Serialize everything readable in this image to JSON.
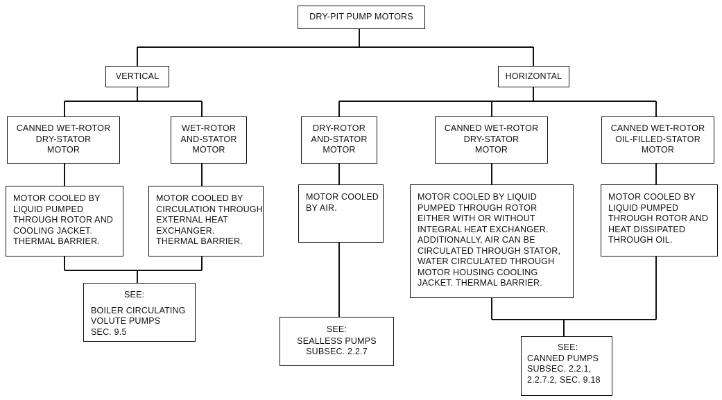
{
  "diagram": {
    "root": [
      "DRY-PIT PUMP MOTORS"
    ],
    "vertical": [
      "VERTICAL"
    ],
    "horizontal": [
      "HORIZONTAL"
    ],
    "v_canned_wet_rotor": [
      "CANNED WET-ROTOR",
      "DRY-STATOR",
      "MOTOR"
    ],
    "v_wet_rotor_stator": [
      "WET-ROTOR",
      "AND-STATOR",
      "MOTOR"
    ],
    "h_dry_rotor_stator": [
      "DRY-ROTOR",
      "AND-STATOR",
      "MOTOR"
    ],
    "h_canned_wet_rotor_dry_stator": [
      "CANNED WET-ROTOR",
      "DRY-STATOR",
      "MOTOR"
    ],
    "h_canned_wet_rotor_oil_stator": [
      "CANNED WET-ROTOR",
      "OIL-FILLED-STATOR",
      "MOTOR"
    ],
    "desc_v1": [
      "MOTOR COOLED BY",
      "LIQUID PUMPED",
      "THROUGH ROTOR AND",
      "COOLING JACKET.",
      "THERMAL BARRIER."
    ],
    "desc_v2": [
      "MOTOR COOLED BY",
      "CIRCULATION THROUGH",
      "EXTERNAL HEAT",
      "EXCHANGER.",
      "THERMAL BARRIER."
    ],
    "desc_h1": [
      "MOTOR COOLED",
      "BY AIR."
    ],
    "desc_h2": [
      "MOTOR COOLED BY LIQUID",
      "PUMPED THROUGH ROTOR",
      "EITHER WITH OR WITHOUT",
      "INTEGRAL HEAT EXCHANGER.",
      "ADDITIONALLY, AIR CAN BE",
      "CIRCULATED THROUGH STATOR,",
      "WATER CIRCULATED THROUGH",
      "MOTOR HOUSING COOLING",
      "JACKET. THERMAL BARRIER."
    ],
    "desc_h3": [
      "MOTOR COOLED BY",
      "LIQUID PUMPED",
      "THROUGH ROTOR AND",
      "HEAT DISSIPATED",
      "THROUGH OIL."
    ],
    "see_boiler": [
      "SEE:",
      "BOILER CIRCULATING",
      "VOLUTE PUMPS",
      "SEC. 9.5"
    ],
    "see_sealless": [
      "SEE:",
      "SEALLESS PUMPS",
      "SUBSEC. 2.2.7"
    ],
    "see_canned": [
      "SEE:",
      "CANNED PUMPS",
      "SUBSEC. 2.2.1,",
      "2.2.7.2, SEC. 9.18"
    ]
  }
}
